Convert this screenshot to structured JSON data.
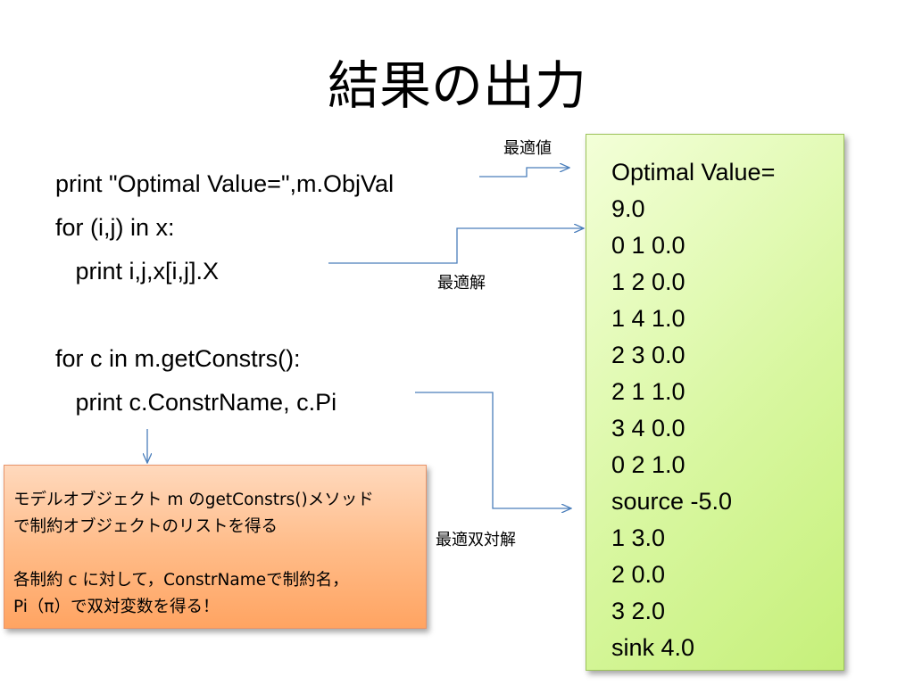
{
  "title": "結果の出力",
  "code": [
    "print \"Optimal Value=\",m.ObjVal",
    "for (i,j) in x:",
    "   print i,j,x[i,j].X",
    "for c in m.getConstrs():",
    "   print c.ConstrName, c.Pi"
  ],
  "annotations": {
    "objective": "最適値",
    "solution": "最適解",
    "dual": "最適双対解"
  },
  "output": [
    "Optimal Value=",
    "9.0",
    "0 1 0.0",
    "1 2 0.0",
    "1 4 1.0",
    "2 3 0.0",
    "2 1 1.0",
    "3 4 0.0",
    "0 2 1.0",
    "source -5.0",
    "1 3.0",
    "2 0.0",
    "3 2.0",
    "sink 4.0"
  ],
  "note": {
    "line1": "モデルオブジェクト m のgetConstrs()メソッド",
    "line2": "で制約オブジェクトのリストを得る",
    "line3": "各制約 c に対して，ConstrNameで制約名，",
    "line4": "Pi（π）で双対変数を得る！"
  },
  "colors": {
    "arrow": "#4a7ebb",
    "output_bg": "#d8f7a0",
    "note_bg": "#ffbc89"
  }
}
